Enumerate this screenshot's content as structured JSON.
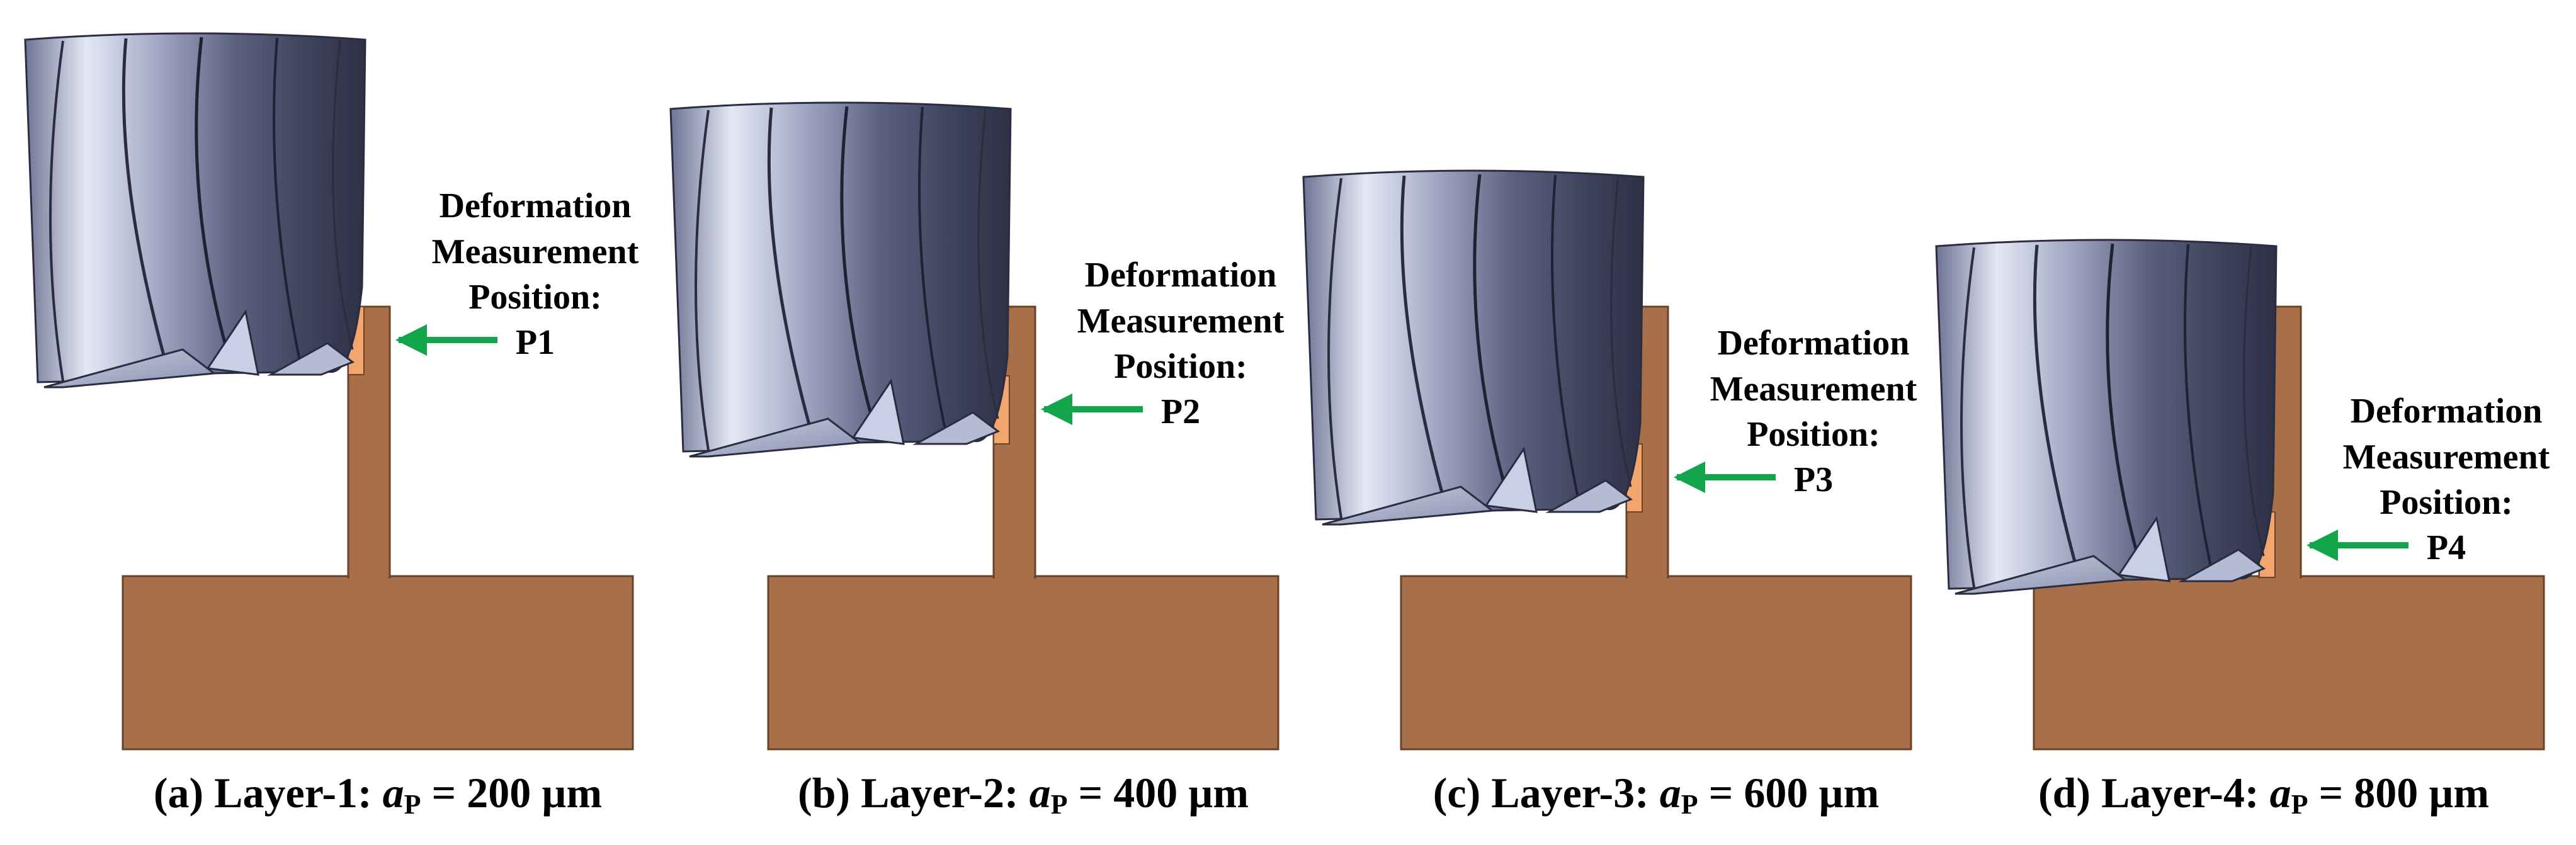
{
  "colors": {
    "workpiece": "#A7704A",
    "workpiece_edge": "#6B4226",
    "measure_patch": "#F2A66E",
    "arrow": "#12A54B",
    "tool_light": "#D4D9EC",
    "tool_mid": "#8C93B3",
    "tool_dark": "#3F4460"
  },
  "annotation": {
    "line1": "Deformation",
    "line2": "Measurement",
    "line3": "Position:"
  },
  "panels": [
    {
      "id": "a",
      "position_label": "P1",
      "caption_prefix": "(a) Layer-1: ",
      "var": "a",
      "var_sub": "P",
      "caption_value": " = 200 µm"
    },
    {
      "id": "b",
      "position_label": "P2",
      "caption_prefix": "(b) Layer-2: ",
      "var": "a",
      "var_sub": "P",
      "caption_value": " = 400 µm"
    },
    {
      "id": "c",
      "position_label": "P3",
      "caption_prefix": "(c) Layer-3: ",
      "var": "a",
      "var_sub": "P",
      "caption_value": " = 600 µm"
    },
    {
      "id": "d",
      "position_label": "P4",
      "caption_prefix": "(d) Layer-4: ",
      "var": "a",
      "var_sub": "P",
      "caption_value": " = 800 µm"
    }
  ]
}
